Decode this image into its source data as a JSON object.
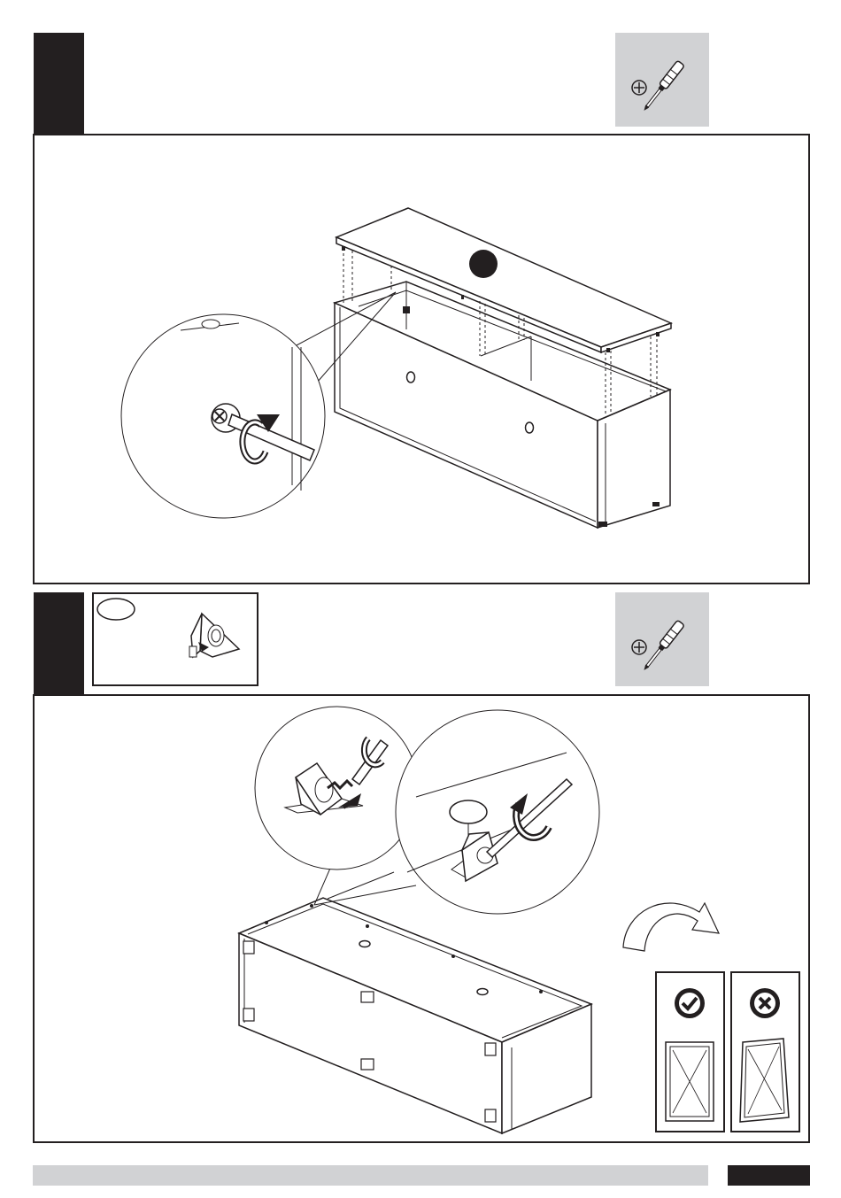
{
  "page": {
    "background": "#ffffff",
    "ink_color": "#231f20",
    "tool_box_color": "#d1d2d4"
  },
  "steps": [
    {
      "tool_icon": "phillips-screwdriver-icon",
      "detail_callout": "cam-lock-tightening-detail",
      "part_marker": "filled-circle-marker"
    },
    {
      "tool_icon": "phillips-screwdriver-icon",
      "parts_icon": "corner-bracket-icon",
      "detail_callouts": [
        "bracket-screw-detail",
        "bracket-mounting-detail"
      ],
      "rotation_icon": "flip-arrow-icon",
      "check_icons": [
        "correct-check-icon",
        "incorrect-cross-icon"
      ]
    }
  ]
}
